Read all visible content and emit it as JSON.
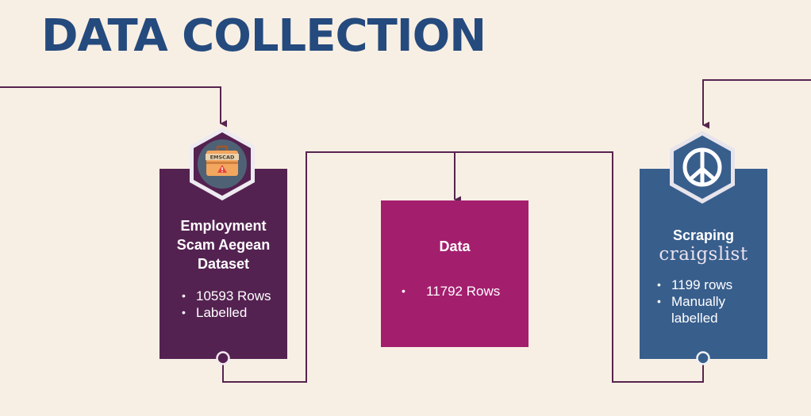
{
  "title": "DATA COLLECTION",
  "colors": {
    "background": "#f8efe4",
    "title": "#254a7d",
    "connector": "#57244f",
    "left_card": "#542251",
    "middle_card": "#a41e6e",
    "right_card": "#385e8c"
  },
  "left_card": {
    "heading_lines": [
      "Employment",
      "Scam Aegean",
      "Dataset"
    ],
    "icon": "briefcase-icon",
    "icon_label": "EMSCAD",
    "bullets": [
      "10593 Rows",
      "Labelled"
    ]
  },
  "middle_card": {
    "heading": "Data",
    "bullets": [
      "11792 Rows"
    ]
  },
  "right_card": {
    "heading": "Scraping",
    "brand": "craigslist",
    "icon": "peace-icon",
    "bullets": [
      "1199 rows",
      "Manually labelled"
    ]
  }
}
